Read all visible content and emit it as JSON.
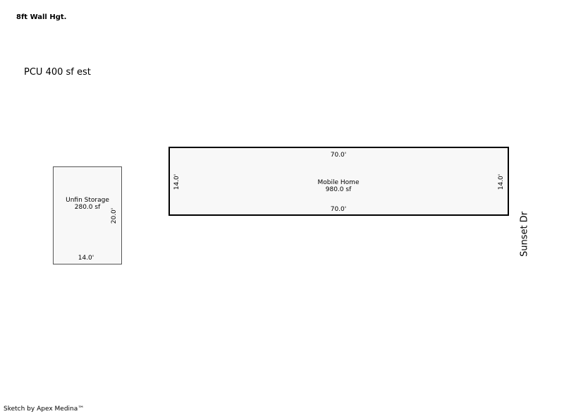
{
  "header": {
    "wall_height": "8ft Wall Hgt.",
    "pcu_note": "PCU 400 sf est"
  },
  "mobile_home": {
    "name": "Mobile Home",
    "area": "980.0 sf",
    "top_dim": "70.0'",
    "bottom_dim": "70.0'",
    "left_dim": "14.0'",
    "right_dim": "14.0'"
  },
  "unfin_storage": {
    "name": "Unfin Storage",
    "area": "280.0 sf",
    "side_dim": "20.0'",
    "bottom_dim": "14.0'"
  },
  "street": {
    "name": "Sunset Dr"
  },
  "footer": {
    "credit": "Sketch by Apex Medina™"
  },
  "colors": {
    "room_fill": "#f8f8f8",
    "outline": "#000000"
  }
}
